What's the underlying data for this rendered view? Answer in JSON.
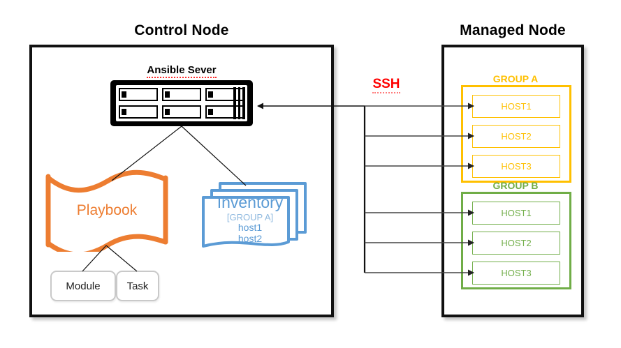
{
  "sections": {
    "control": {
      "title": "Control Node"
    },
    "managed": {
      "title": "Managed Node"
    }
  },
  "server": {
    "label": "Ansible Sever",
    "icon": "rack-server-icon",
    "bay_count": 6
  },
  "playbook": {
    "label": "Playbook",
    "color": "#ED7D31"
  },
  "inventory": {
    "title": "Inventory",
    "group_line": "[GROUP A]",
    "host_line_1": "host1",
    "host_line_2": "host2",
    "color": "#5B9BD5",
    "stack_count": 3
  },
  "leaves": [
    {
      "label": "Module"
    },
    {
      "label": "Task"
    }
  ],
  "connection": {
    "protocol_label": "SSH",
    "protocol_color": "#FF0000"
  },
  "groups": [
    {
      "name": "GROUP A",
      "color": "#FFC000",
      "hosts": [
        "HOST1",
        "HOST2",
        "HOST3"
      ]
    },
    {
      "name": "GROUP B",
      "color": "#70AD47",
      "hosts": [
        "HOST1",
        "HOST2",
        "HOST3"
      ]
    }
  ]
}
